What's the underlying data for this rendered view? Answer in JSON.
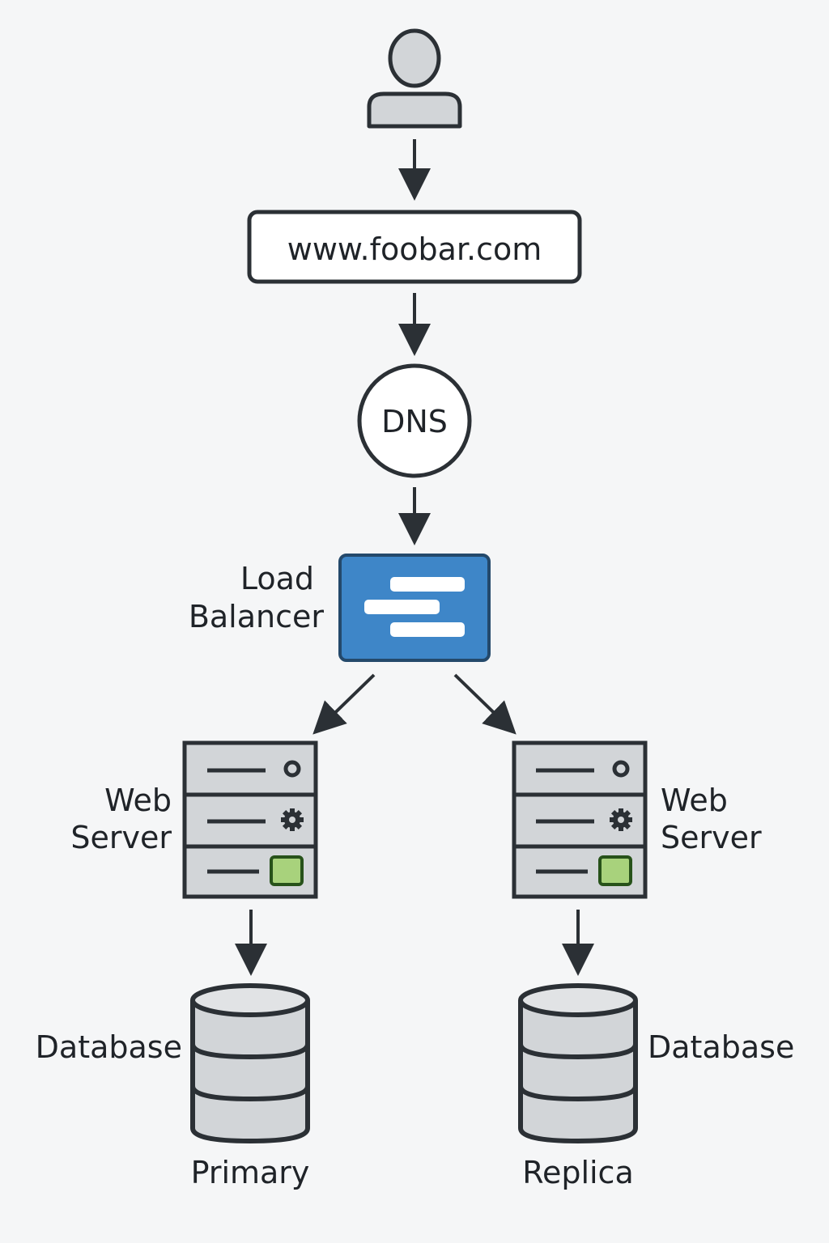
{
  "nodes": {
    "user": {
      "icon": "user-icon"
    },
    "url": {
      "label": "www.foobar.com"
    },
    "dns": {
      "label": "DNS"
    },
    "load_balancer": {
      "label_line1": "Load",
      "label_line2": "Balancer",
      "icon": "load-balancer-icon"
    },
    "web_server_left": {
      "label_line1": "Web",
      "label_line2": "Server",
      "icon": "server-icon"
    },
    "web_server_right": {
      "label_line1": "Web",
      "label_line2": "Server",
      "icon": "server-icon"
    },
    "db_primary": {
      "label": "Database",
      "caption": "Primary",
      "icon": "database-icon"
    },
    "db_replica": {
      "label": "Database",
      "caption": "Replica",
      "icon": "database-icon"
    }
  },
  "colors": {
    "stroke": "#2b3035",
    "icon_fill": "#d2d5d8",
    "lb_fill": "#3e86c8",
    "led_green": "#a8d27c",
    "led_green_stroke": "#27521a"
  }
}
